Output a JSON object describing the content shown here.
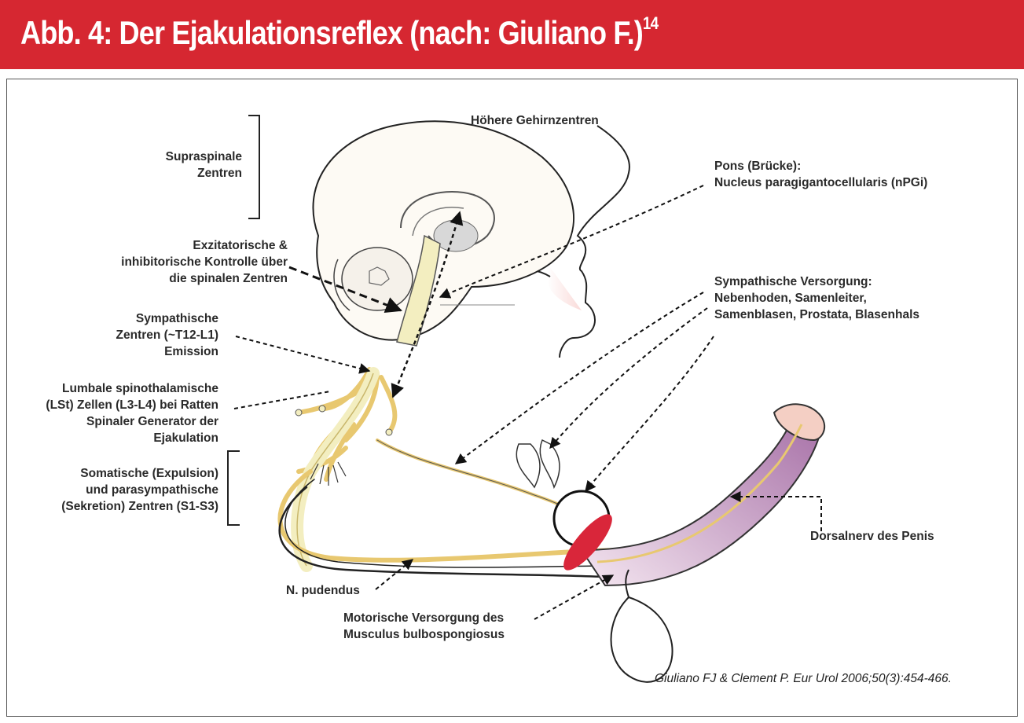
{
  "header": {
    "title": "Abb. 4: Der Ejakulationsreflex (nach: Giuliano F.)",
    "title_superscript": "14",
    "bar_color": "#d62731"
  },
  "labels": {
    "higher_brain": "Höhere Gehirnzentren",
    "supraspinal": "Supraspinale\nZentren",
    "excitatory": "Exzitatorische &\ninhibitorische Kontrolle über\ndie spinalen Zentren",
    "sympathetic_centers": "Sympathische\nZentren (~T12-L1)\nEmission",
    "lumbar": "Lumbale spinothalamische\n(LSt) Zellen (L3-L4) bei Ratten\nSpinaler Generator der\nEjakulation",
    "somatic": "Somatische (Expulsion)\nund parasympathische\n(Sekretion) Zentren (S1-S3)",
    "pudendal": "N. pudendus",
    "motor": "Motorische Versorgung des\nMusculus bulbospongiosus",
    "pons": "Pons (Brücke):\nNucleus paragigantocellularis (nPGi)",
    "sympathetic_supply": "Sympathische Versorgung:\nNebenhoden, Samenleiter,\nSamenblasen, Prostata, Blasenhals",
    "dorsal_nerve": "Dorsalnerv des Penis"
  },
  "citation": "Giuliano FJ & Clement P. Eur Urol 2006;50(3):454-466.",
  "colors": {
    "nerve": "#e8c870",
    "spinal_cord": "#f3eec0",
    "penis_shaft": "#b47fb0",
    "glans": "#f4cfc4",
    "muscle": "#d9263a",
    "face_blush": "#f3b3b0"
  }
}
